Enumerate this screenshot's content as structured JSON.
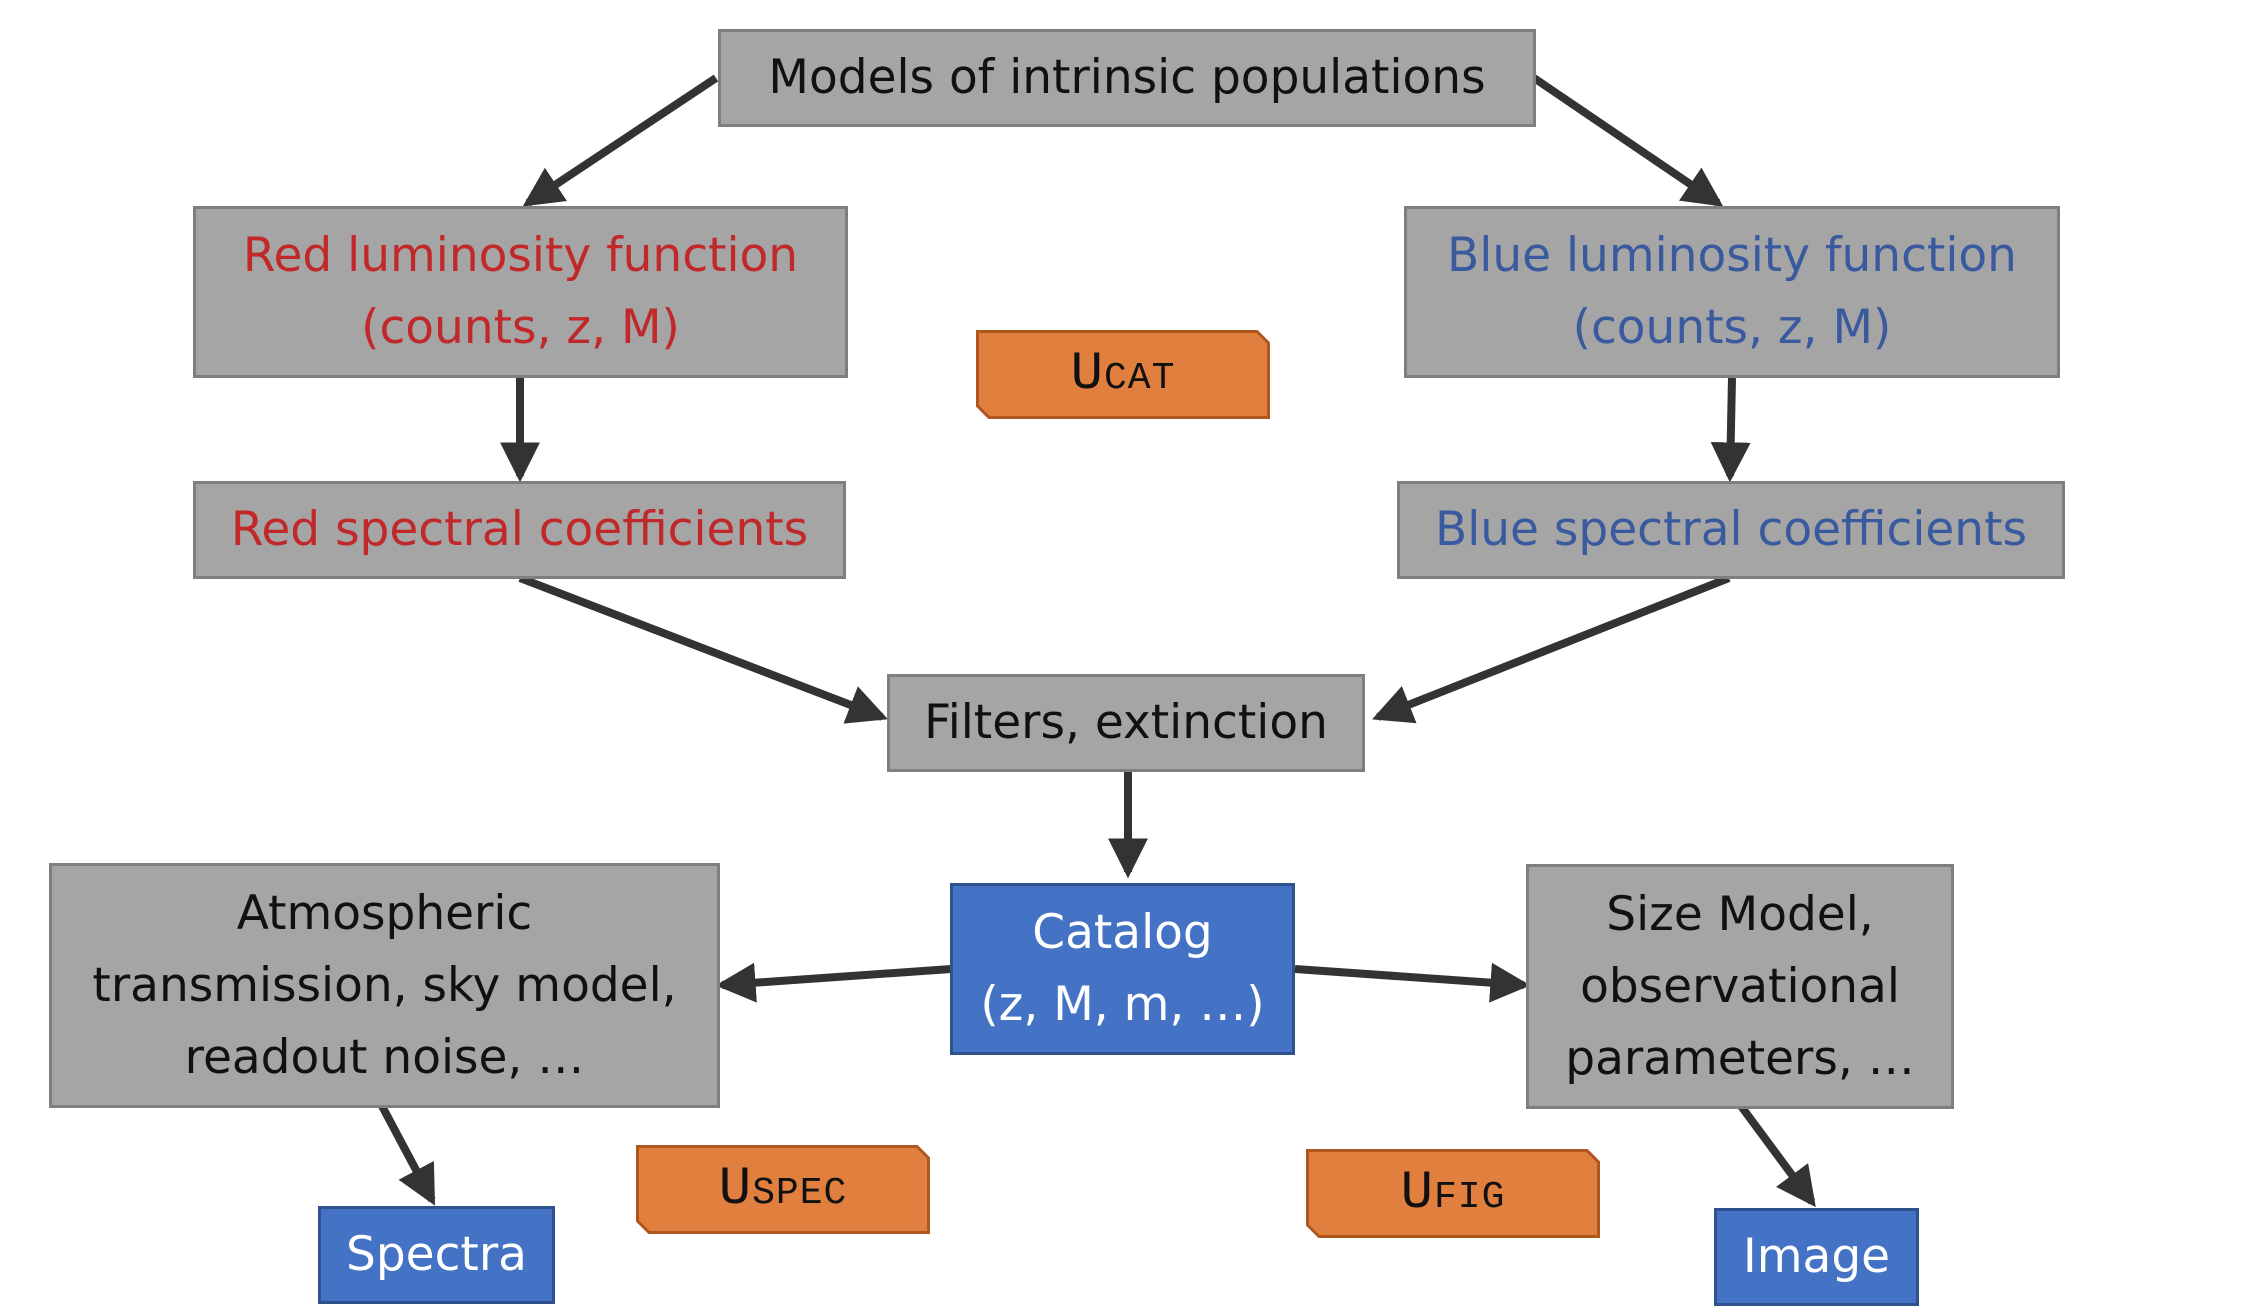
{
  "colors": {
    "box_fill": "#a5a5a5",
    "box_border": "#7f7f7f",
    "blue_fill": "#4472c4",
    "blue_border": "#2f528f",
    "tag_fill": "#e07f3e",
    "tag_border": "#b0571f",
    "red_text": "#c0282a",
    "blue_text": "#3a5a9f",
    "arrow": "#333333"
  },
  "nodes": {
    "models": {
      "lines": [
        "Models of intrinsic populations"
      ]
    },
    "red_lf": {
      "lines": [
        "Red luminosity function",
        "(counts, z, M)"
      ]
    },
    "blue_lf": {
      "lines": [
        "Blue luminosity function",
        "(counts, z, M)"
      ]
    },
    "red_spec": {
      "lines": [
        "Red spectral coefficients"
      ]
    },
    "blue_spec": {
      "lines": [
        "Blue spectral coefficients"
      ]
    },
    "filters": {
      "lines": [
        "Filters, extinction"
      ]
    },
    "catalog": {
      "lines": [
        "Catalog",
        "(z, M, m, …)"
      ]
    },
    "atmos": {
      "lines": [
        "Atmospheric",
        "transmission, sky model,",
        "readout noise, …"
      ]
    },
    "size_model": {
      "lines": [
        "Size Model,",
        "observational",
        "parameters, …"
      ]
    },
    "spectra": {
      "lines": [
        "Spectra"
      ]
    },
    "image": {
      "lines": [
        "Image"
      ]
    }
  },
  "tags": {
    "ucat": "Ucat",
    "uspec": "Uspec",
    "ufig": "Ufig"
  }
}
